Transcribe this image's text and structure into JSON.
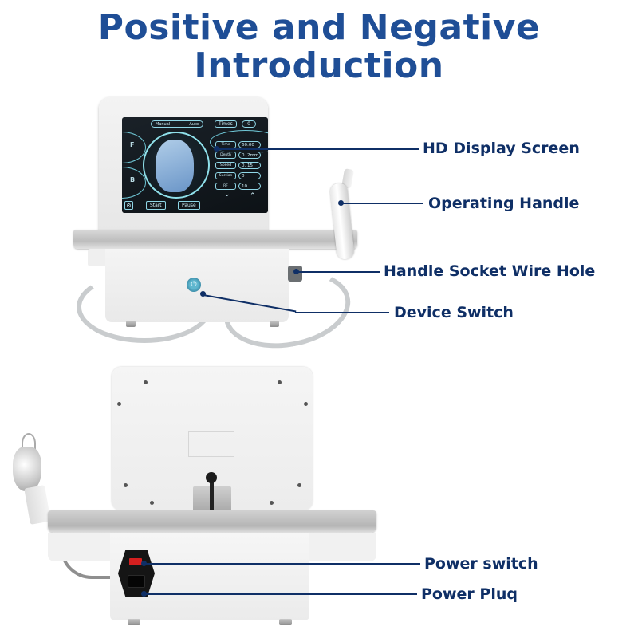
{
  "header": {
    "title_line1": "Positive and Negative",
    "title_line2": "Introduction"
  },
  "colors": {
    "title": "#1f4e96",
    "label_text": "#0f2f66",
    "leader_line": "#0f2f66",
    "screen_accent": "#8fd6e6",
    "power_switch_red": "#d41f1f",
    "power_button_blue": "#5fb7cf"
  },
  "front_view": {
    "callouts": [
      {
        "label": "HD Display Screen"
      },
      {
        "label": "Operating Handle"
      },
      {
        "label": "Handle Socket Wire Hole"
      },
      {
        "label": "Device Switch"
      }
    ],
    "screen": {
      "mode_left": "Manual",
      "mode_right": "Auto",
      "times_label": "Times",
      "times_value": "0",
      "side_letters": [
        "F",
        "B"
      ],
      "params": [
        {
          "name": "Time",
          "value": "60:00"
        },
        {
          "name": "Depth",
          "value": "0. 2mm"
        },
        {
          "name": "Speed",
          "value": "0. 15"
        },
        {
          "name": "Suction",
          "value": "0"
        },
        {
          "name": "RF",
          "value": "10"
        }
      ],
      "arrow_down": "⌄",
      "arrow_up": "⌃",
      "buttons": {
        "start": "Start",
        "pause": "Pause"
      },
      "gear_icon": "⚙"
    },
    "power_icon": "⏻"
  },
  "back_view": {
    "callouts": [
      {
        "label": "Power switch"
      },
      {
        "label": "Power Pluq"
      }
    ]
  }
}
